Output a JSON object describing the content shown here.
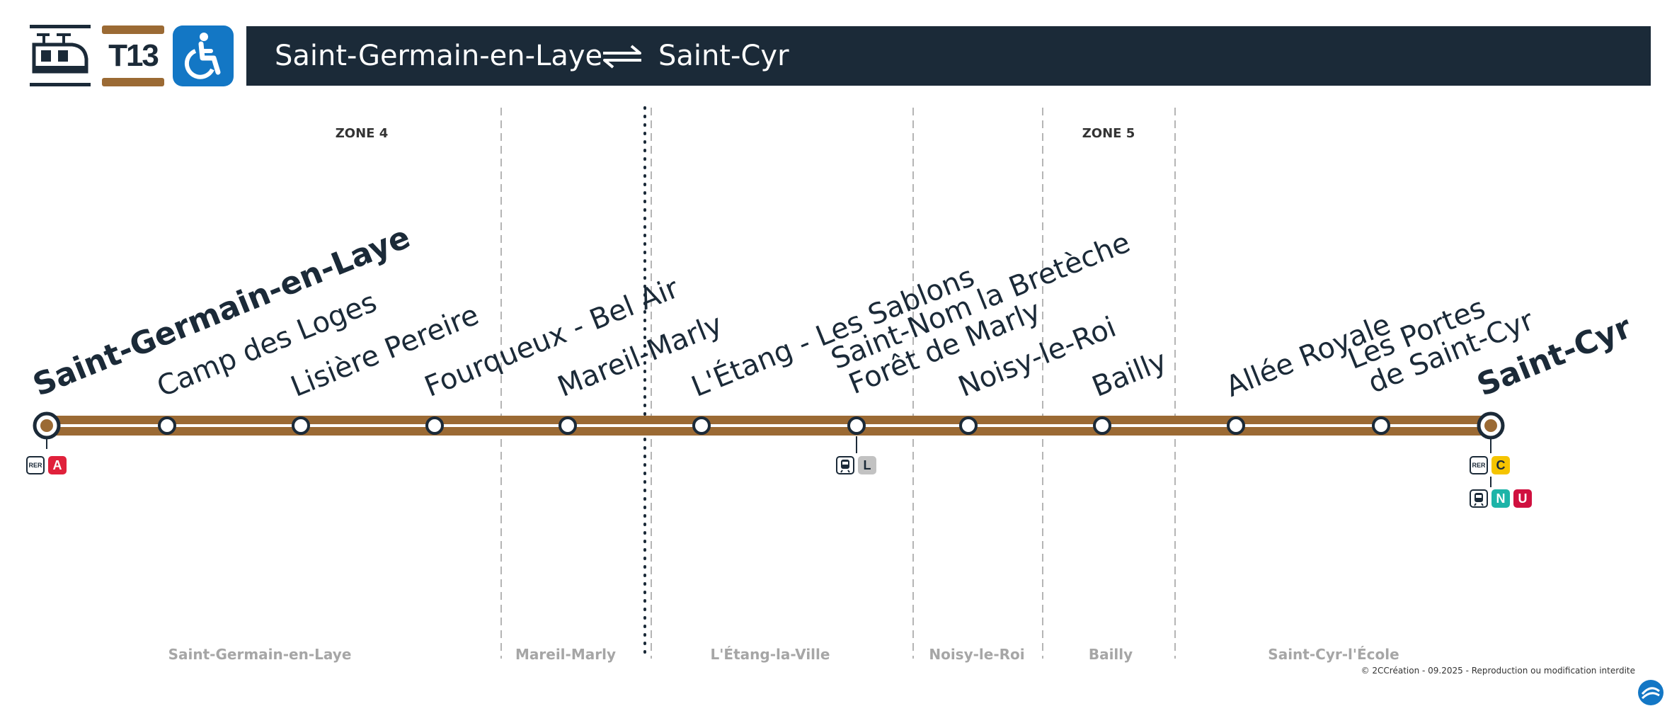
{
  "header": {
    "mode_icon": "tram-icon",
    "line": "T13",
    "line_color": "#9b6a34",
    "accessibility_icon": "wheelchair-icon",
    "accessibility_color": "#1377c5",
    "origin": "Saint-Germain-en-Laye",
    "destination": "Saint-Cyr",
    "direction_icon": "bidirectional-arrows-icon",
    "bar_color": "#1b2a38"
  },
  "zones": [
    {
      "label": "ZONE 4"
    },
    {
      "label": "ZONE 5"
    }
  ],
  "communes": [
    {
      "label": "Saint-Germain-en-Laye"
    },
    {
      "label": "Mareil-Marly"
    },
    {
      "label": "L'Étang-la-Ville"
    },
    {
      "label": "Noisy-le-Roi"
    },
    {
      "label": "Bailly"
    },
    {
      "label": "Saint-Cyr-l'École"
    }
  ],
  "stops": [
    {
      "name": "Saint-Germain-en-Laye",
      "terminus": true
    },
    {
      "name": "Camp des Loges"
    },
    {
      "name": "Lisière Pereire"
    },
    {
      "name": "Fourqueux - Bel Air"
    },
    {
      "name": "Mareil-Marly"
    },
    {
      "name": "L'Étang - Les Sablons"
    },
    {
      "name_line1": "Saint-Nom la Bretèche",
      "name_line2": "Forêt de Marly"
    },
    {
      "name": "Noisy-le-Roi"
    },
    {
      "name": "Bailly"
    },
    {
      "name": "Allée Royale"
    },
    {
      "name_line1": "Les Portes",
      "name_line2": "de Saint-Cyr"
    },
    {
      "name": "Saint-Cyr",
      "terminus": true
    }
  ],
  "connections": {
    "saint_germain": {
      "rer_label": "RER",
      "line": "A",
      "line_color": "#e0213b"
    },
    "saint_nom": {
      "icon": "train-icon",
      "line": "L",
      "line_color": "#c2c2c2"
    },
    "saint_cyr": {
      "rer_label": "RER",
      "rer_line": "C",
      "rer_line_color": "#f5c400",
      "icon": "train-icon",
      "train_lines": [
        {
          "line": "N",
          "color": "#1db4a8"
        },
        {
          "line": "U",
          "color": "#d0103f"
        }
      ]
    }
  },
  "footer": {
    "copyright": "© 2CCréation - 09.2025 - Reproduction ou modification interdite",
    "logo_icon": "operator-logo-icon"
  }
}
